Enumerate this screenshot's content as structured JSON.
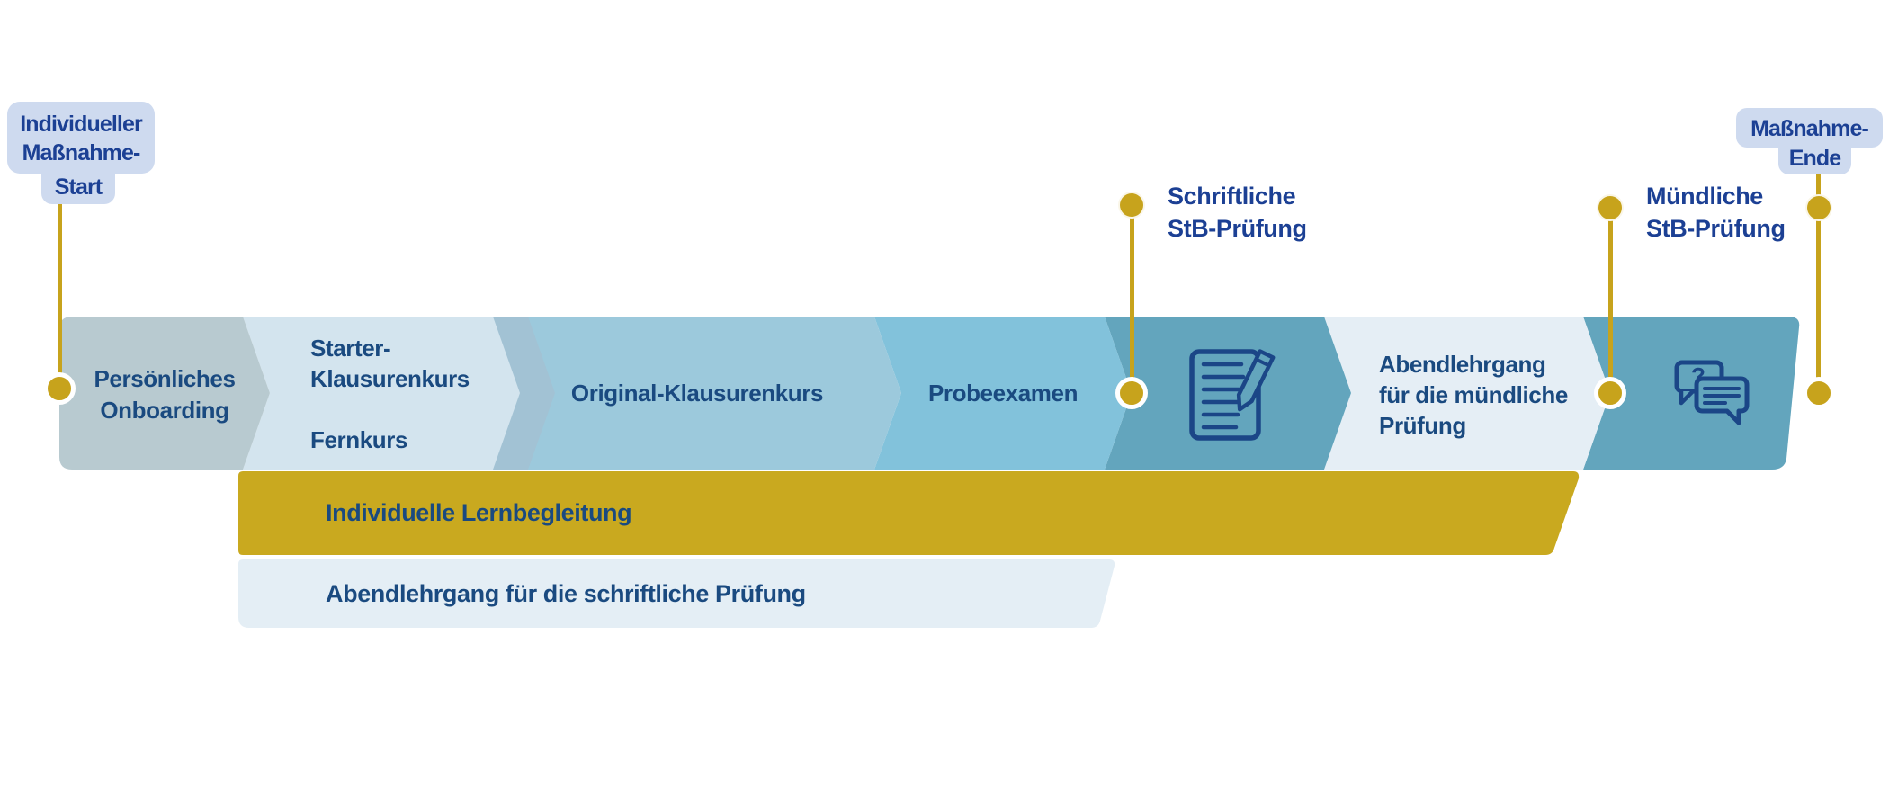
{
  "badges": {
    "start": {
      "lines": [
        "Individueller",
        "Maßnahme-",
        "Start"
      ]
    },
    "end": {
      "lines": [
        "Maßnahme-",
        "Ende"
      ]
    }
  },
  "milestones": {
    "written": {
      "lines": [
        "Schriftliche",
        "StB-Prüfung"
      ]
    },
    "oral": {
      "lines": [
        "Mündliche",
        "StB-Prüfung"
      ]
    }
  },
  "timeline": {
    "segments": [
      {
        "id": "persoenliches-onboarding",
        "label_lines": [
          "Persönliches",
          "Onboarding"
        ],
        "color": "#B8CAD0"
      },
      {
        "id": "starter-klausurenkurs-fernkurs",
        "label_lines": [
          "Starter-",
          "Klausurenkurs",
          "",
          "Fernkurs"
        ],
        "color": "#D3E4EE"
      },
      {
        "id": "original-klausurenkurs",
        "label_lines": [
          "Original-Klausurenkurs"
        ],
        "color": "#9CC9DC"
      },
      {
        "id": "probeexamen",
        "label_lines": [
          "Probeexamen"
        ],
        "color": "#82C2DB"
      },
      {
        "id": "schriftliche-pruefung-icon",
        "icon": "document-pencil-icon",
        "color": "#63A5BD"
      },
      {
        "id": "abendlehrgang-muendliche-pruefung",
        "label_lines": [
          "Abendlehrgang",
          "für die mündliche",
          "Prüfung"
        ],
        "color": "#E5EEF5"
      },
      {
        "id": "muendliche-pruefung-icon",
        "icon": "speech-bubbles-icon",
        "color": "#63A5BD"
      }
    ]
  },
  "support_bars": [
    {
      "label": "Individuelle Lernbegleitung",
      "color": "#C9A91F"
    },
    {
      "label": "Abendlehrgang für die schriftliche Prüfung",
      "color": "#E4EEF5"
    }
  ],
  "icons": {
    "written_exam": "document-pencil-icon",
    "oral_exam": "speech-bubbles-icon",
    "question_mark": "?"
  },
  "colors": {
    "accent_yellow": "#C7A31C",
    "yellow_bar": "#C9A91F",
    "badge_bg": "#CEDAEF",
    "badge_text": "#1C4094",
    "segment_text": "#1A4A80",
    "icon_stroke": "#1B4687",
    "intermediate_chevron": "#A2C2D4"
  }
}
